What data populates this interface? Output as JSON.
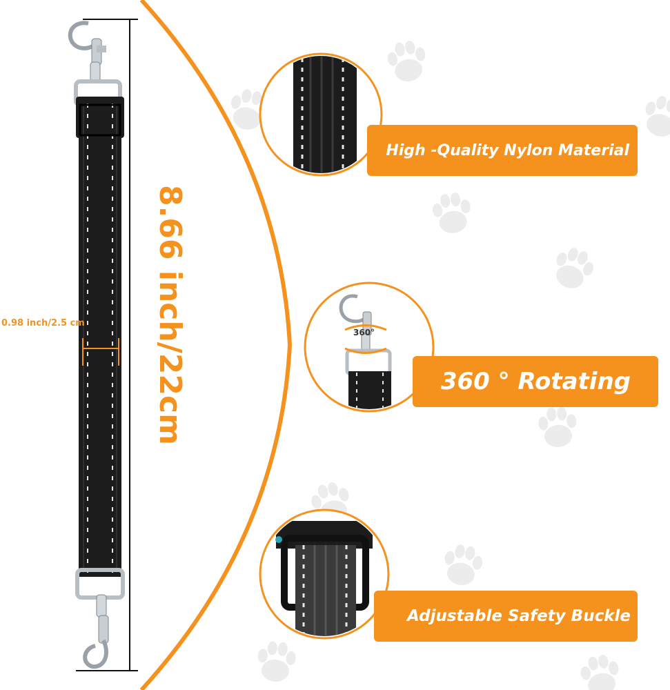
{
  "colors": {
    "accent": "#F5921E",
    "strap": "#1c1c1c",
    "stitch": "#e6e6e6",
    "paw": "#ececec",
    "metal": "#c9ced3"
  },
  "dimensions": {
    "length_label": "8.66 inch/22cm",
    "width_label": "0.98 inch/2.5 cm"
  },
  "features": [
    {
      "label": "High -Quality Nylon Material",
      "icon": "nylon-strap-closeup"
    },
    {
      "label": "360 ° Rotating",
      "icon": "rotating-snap-hook",
      "badge": "360°"
    },
    {
      "label": "Adjustable Safety Buckle",
      "icon": "buckle-closeup"
    }
  ],
  "decor": {
    "icon": "paw-print-icon"
  }
}
